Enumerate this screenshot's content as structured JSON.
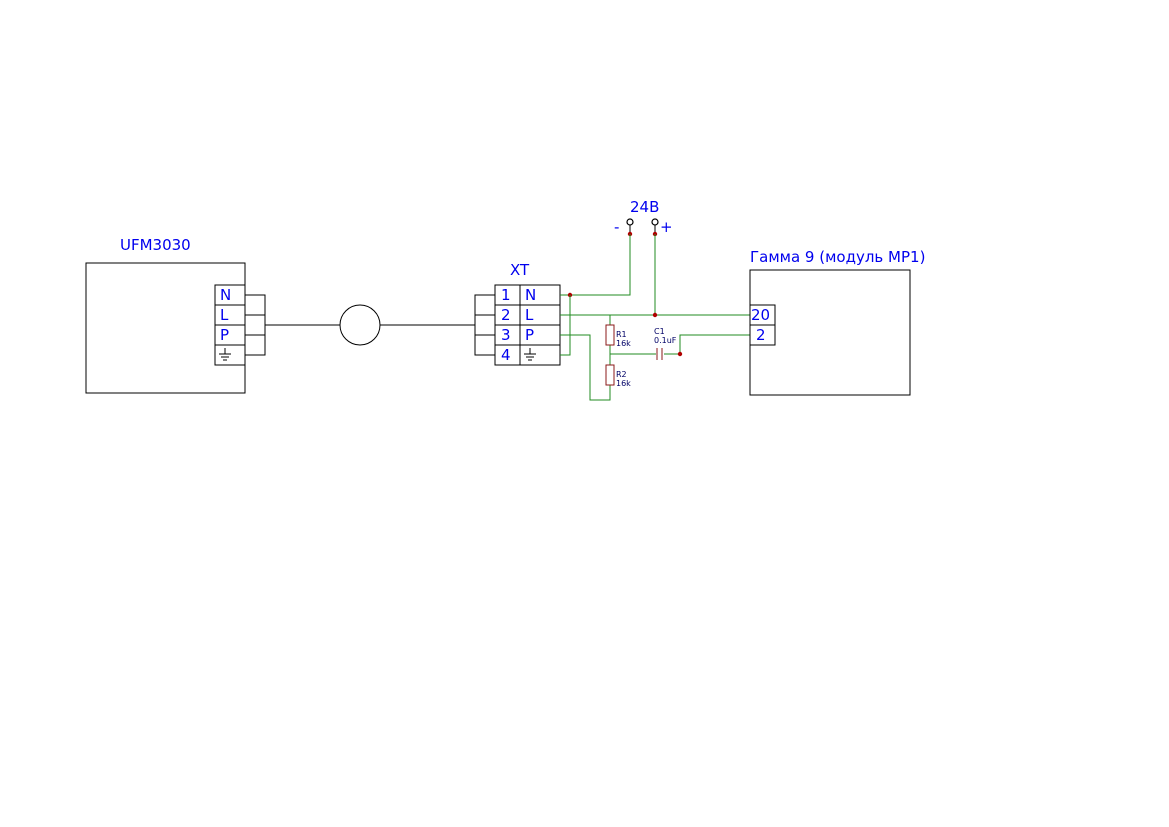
{
  "ufm": {
    "title": "UFM3030",
    "pins": [
      "N",
      "L",
      "P"
    ]
  },
  "xt": {
    "title": "XT",
    "numbers": [
      "1",
      "2",
      "3",
      "4"
    ],
    "pins": [
      "N",
      "L",
      "P"
    ]
  },
  "power": {
    "label": "24В",
    "minus": "-",
    "plus": "+"
  },
  "gamma": {
    "title": "Гамма 9 (модуль МР1)",
    "pins": [
      "20",
      "2"
    ]
  },
  "r1": {
    "ref": "R1",
    "value": "16k"
  },
  "r2": {
    "ref": "R2",
    "value": "16k"
  },
  "c1": {
    "ref": "C1",
    "value": "0.1uF"
  },
  "colors": {
    "label": "#0000ee",
    "wire": "#228b22",
    "component": "#8b1a1a",
    "junction": "#b00000"
  }
}
